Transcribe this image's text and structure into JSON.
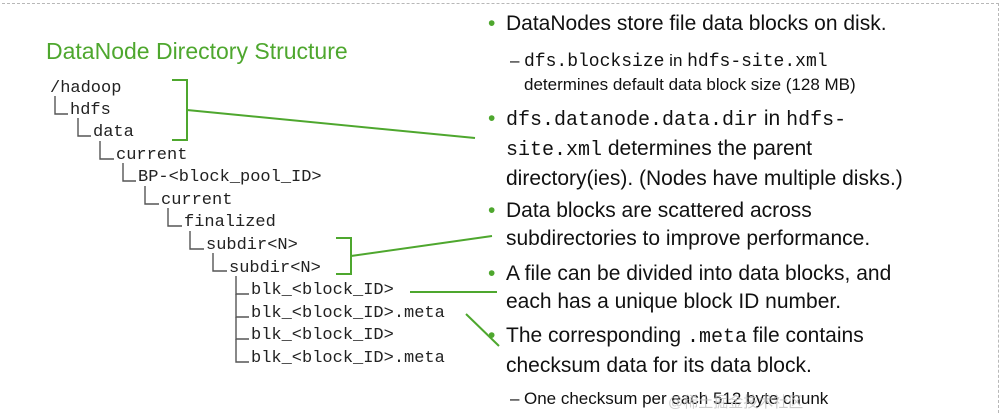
{
  "title": "DataNode Directory Structure",
  "tree": [
    {
      "text": "/hadoop"
    },
    {
      "text": "hdfs"
    },
    {
      "text": "data"
    },
    {
      "text": "current"
    },
    {
      "text": "BP-<block_pool_ID>"
    },
    {
      "text": "current"
    },
    {
      "text": "finalized"
    },
    {
      "text": "subdir<N>"
    },
    {
      "text": "subdir<N>"
    },
    {
      "text": "blk_<block_ID>"
    },
    {
      "text": "blk_<block_ID>.meta"
    },
    {
      "text": "blk_<block_ID>"
    },
    {
      "text": "blk_<block_ID>.meta"
    }
  ],
  "bullets": {
    "b1": {
      "text": "DataNodes store file data blocks on disk."
    },
    "b1_sub": {
      "code1": "dfs.blocksize",
      "mid": " in ",
      "code2": "hdfs-site.xml",
      "line2": "determines default data block size (128 MB)"
    },
    "b2": {
      "code1": "dfs.datanode.data.dir",
      "mid": " in ",
      "code2": "hdfs-",
      "code3": "site.xml",
      "rest1": " determines the parent",
      "line3": "directory(ies). (Nodes have multiple disks.)"
    },
    "b3": {
      "line1": "Data blocks are scattered across",
      "line2": "subdirectories to improve performance."
    },
    "b4": {
      "line1": "A file can be divided into data blocks, and",
      "line2": "each has a unique block ID number."
    },
    "b5": {
      "pre": "The corresponding ",
      "code": ".meta",
      "post": " file contains",
      "line2": "checksum data for its data block."
    },
    "b5_sub": {
      "text": "One checksum per each 512 byte chunk"
    }
  },
  "watermark": "@稀土掘金技术社区",
  "colors": {
    "accent": "#4ea72e",
    "text": "#111111",
    "tree_line": "#555555"
  }
}
